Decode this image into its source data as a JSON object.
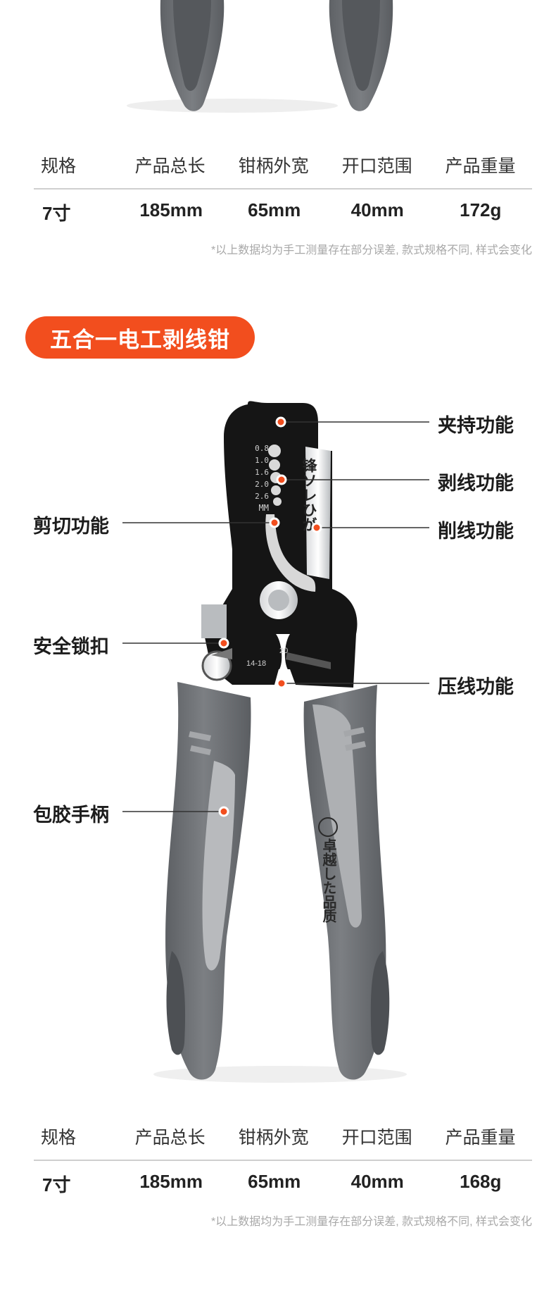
{
  "spec_table_1": {
    "headers": [
      "规格",
      "产品总长",
      "钳柄外宽",
      "开口范围",
      "产品重量"
    ],
    "values": [
      "7寸",
      "185mm",
      "65mm",
      "40mm",
      "172g"
    ]
  },
  "note_1": "*以上数据均为手工测量存在部分误差, 款式规格不同, 样式会变化",
  "section_badge": "五合一电工剥线钳",
  "feature_labels": {
    "clamp": "夹持功能",
    "strip": "剥线功能",
    "shave": "削线功能",
    "cut": "剪切功能",
    "lock": "安全锁扣",
    "crimp": "压线功能",
    "grip": "包胶手柄"
  },
  "tool_markings": {
    "scale": [
      "0.8",
      "1.0",
      "1.6",
      "2.0",
      "2.6",
      "MM"
    ],
    "blade_brand": "锋ソレひが",
    "crimp_a": "14-18",
    "crimp_b": "20",
    "handle_text": "卓越した品质"
  },
  "spec_table_2": {
    "headers": [
      "规格",
      "产品总长",
      "钳柄外宽",
      "开口范围",
      "产品重量"
    ],
    "values": [
      "7寸",
      "185mm",
      "65mm",
      "40mm",
      "168g"
    ]
  },
  "note_2": "*以上数据均为手工测量存在部分误差, 款式规格不同, 样式会变化",
  "colors": {
    "accent": "#f24e1e",
    "handle_dark": "#6f7276",
    "handle_light": "#b4b6b9",
    "jaw": "#151515"
  }
}
